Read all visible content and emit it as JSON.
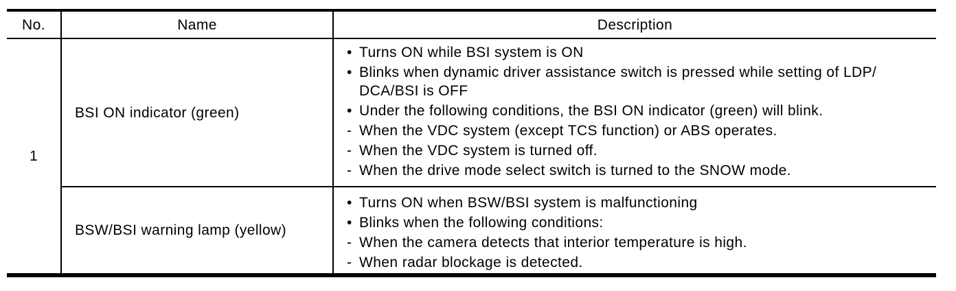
{
  "table": {
    "headers": {
      "no": "No.",
      "name": "Name",
      "description": "Description"
    },
    "markers": {
      "bullet": "•",
      "dash": "-"
    },
    "rows": [
      {
        "no": "1",
        "entries": [
          {
            "name": "BSI ON indicator (green)",
            "items": [
              {
                "marker": "•",
                "text": "Turns ON while BSI system is ON"
              },
              {
                "marker": "•",
                "text": "Blinks when dynamic driver assistance switch is pressed while setting of LDP/\nDCA/BSI is OFF"
              },
              {
                "marker": "•",
                "text": "Under the following conditions, the BSI ON indicator (green) will blink."
              },
              {
                "marker": "-",
                "text": "When the VDC system (except TCS function) or ABS operates."
              },
              {
                "marker": "-",
                "text": "When the VDC system is turned off."
              },
              {
                "marker": "-",
                "text": "When the drive mode select switch is turned to the SNOW mode."
              }
            ]
          },
          {
            "name": "BSW/BSI warning lamp (yellow)",
            "items": [
              {
                "marker": "•",
                "text": "Turns ON when BSW/BSI system is malfunctioning"
              },
              {
                "marker": "•",
                "text": "Blinks when the following conditions:"
              },
              {
                "marker": "-",
                "text": "When the camera detects that interior temperature is high."
              },
              {
                "marker": "-",
                "text": "When radar blockage is detected."
              }
            ]
          }
        ]
      }
    ],
    "colors": {
      "text": "#000000",
      "border": "#000000",
      "background": "#ffffff"
    }
  }
}
